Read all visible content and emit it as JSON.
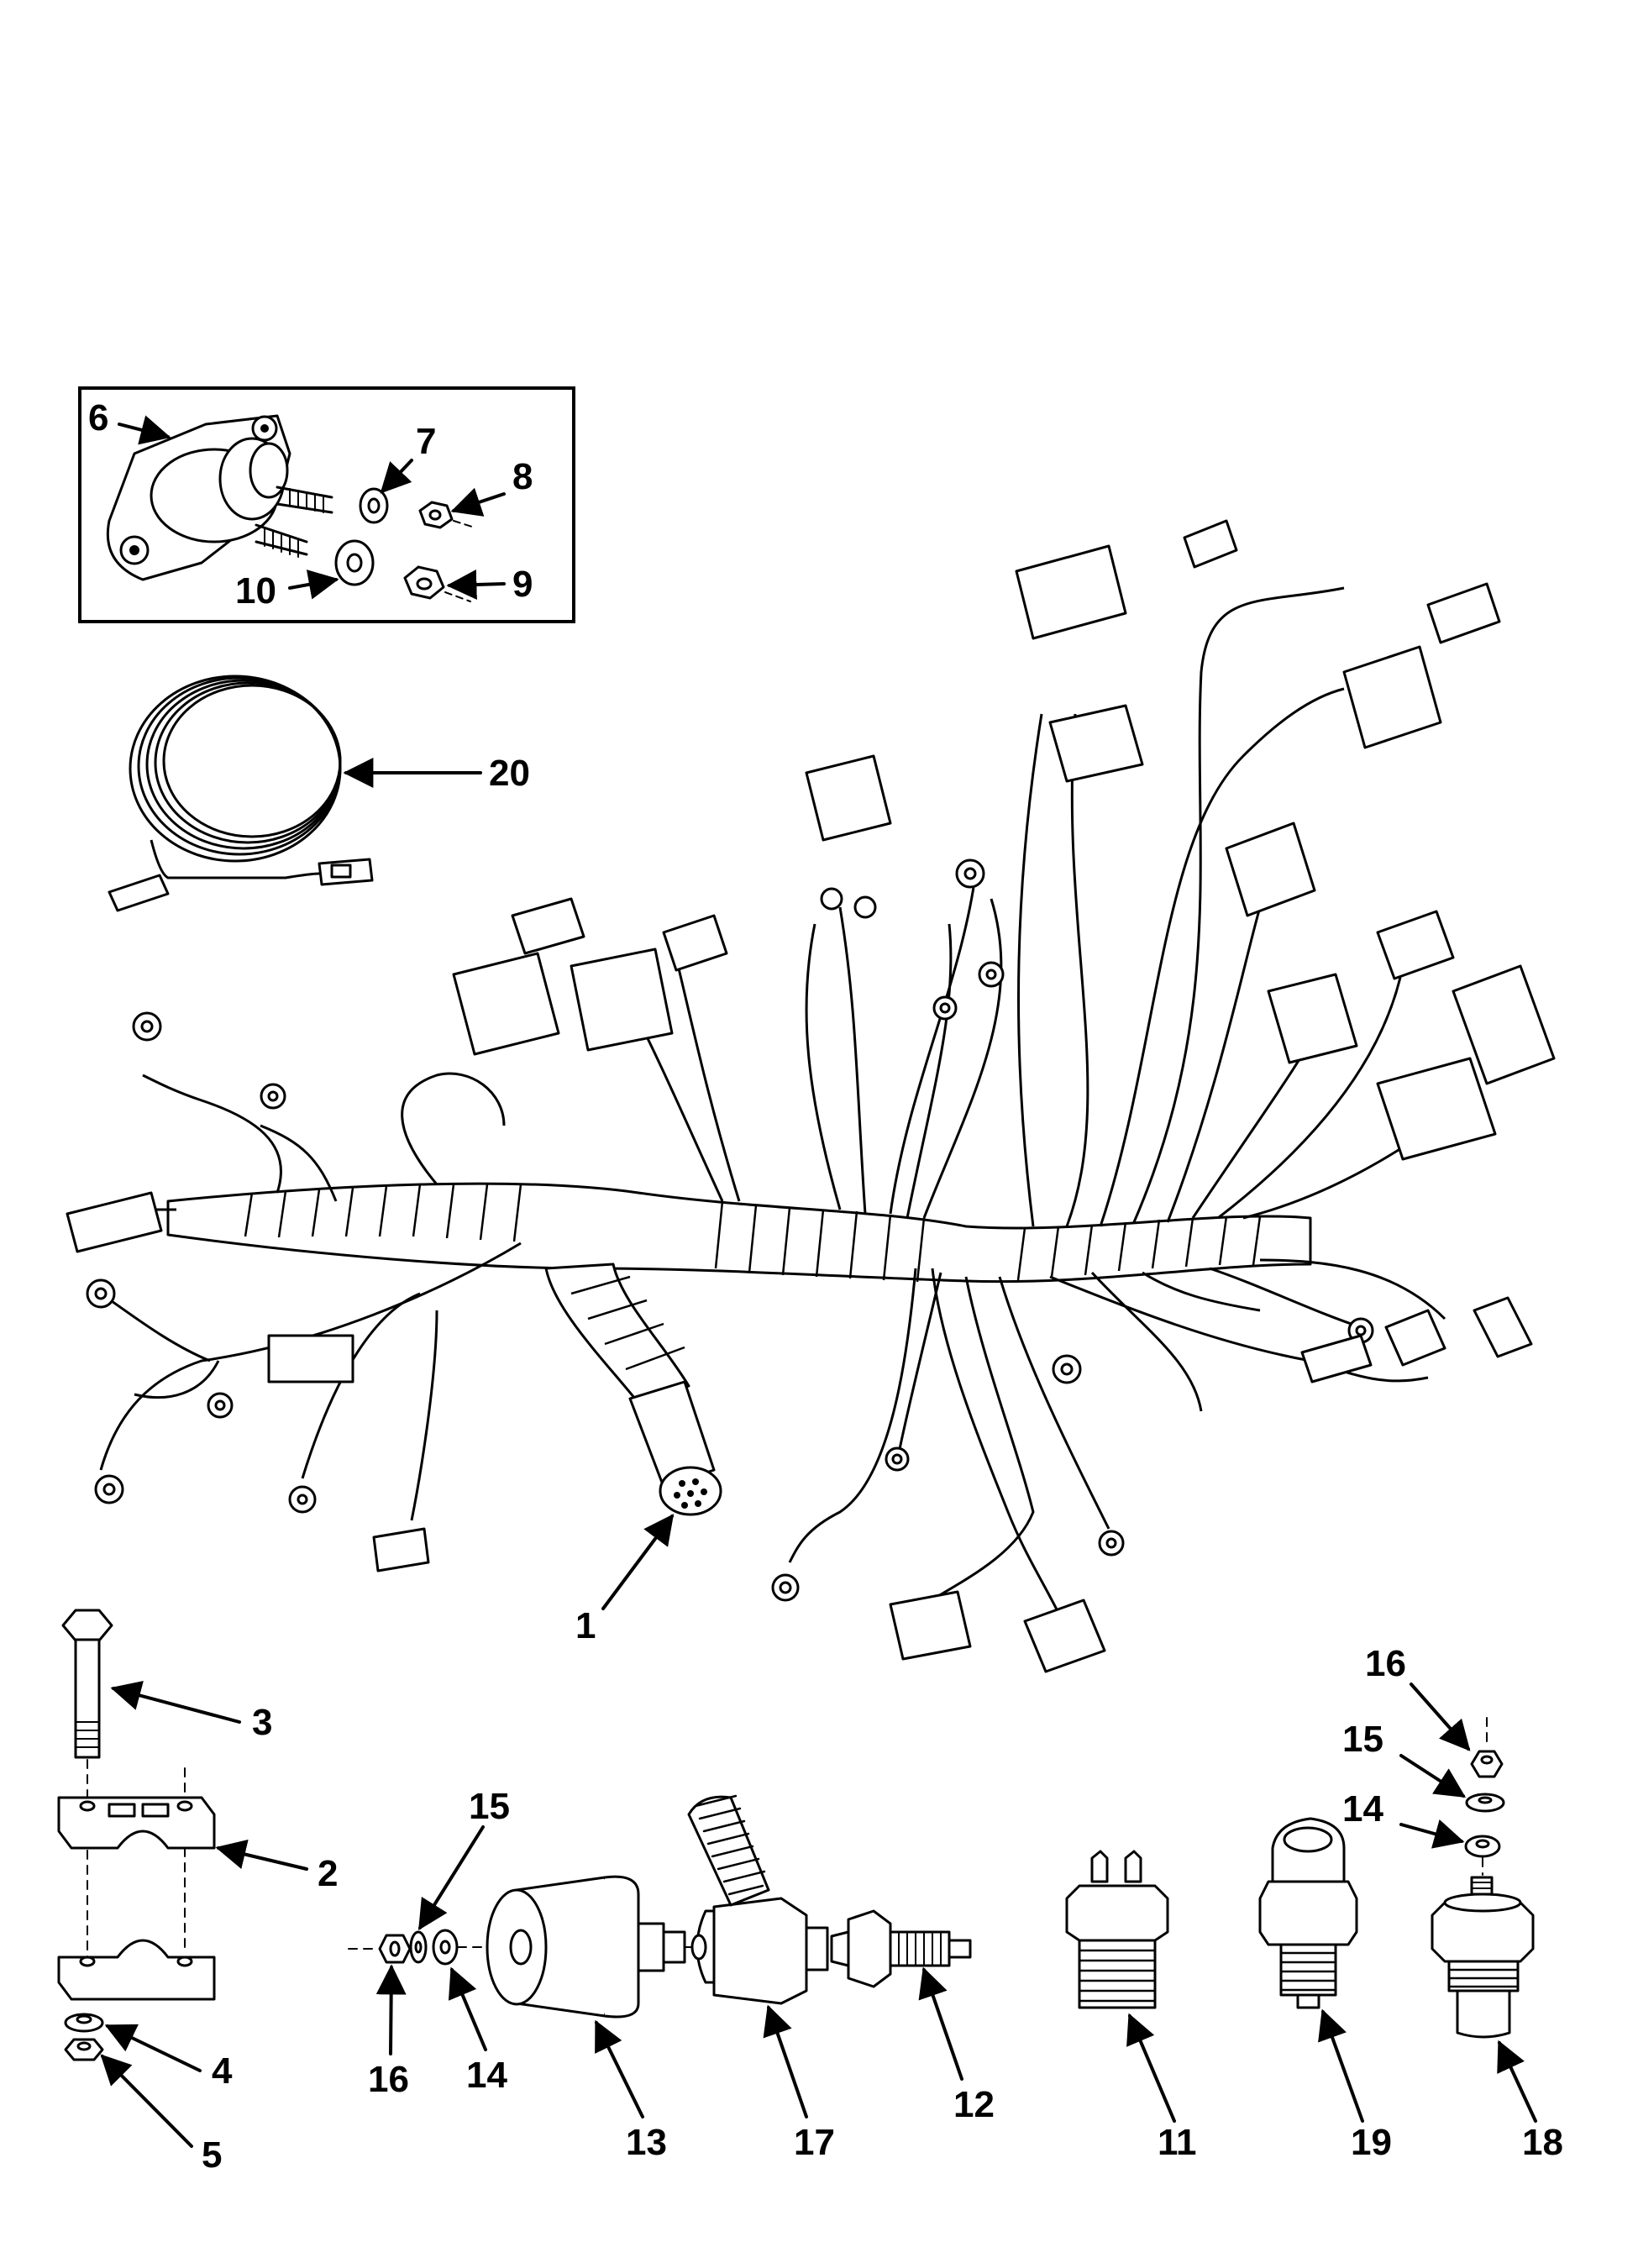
{
  "callouts": {
    "c1": "1",
    "c2": "2",
    "c3": "3",
    "c4": "4",
    "c5": "5",
    "c6": "6",
    "c7": "7",
    "c8": "8",
    "c9": "9",
    "c10": "10",
    "c11": "11",
    "c12": "12",
    "c13": "13",
    "c14a": "14",
    "c14b": "14",
    "c15a": "15",
    "c15b": "15",
    "c16a": "16",
    "c16b": "16",
    "c17": "17",
    "c18": "18",
    "c19": "19",
    "c20": "20"
  },
  "colors": {
    "ink": "#000000",
    "paper": "#ffffff"
  }
}
